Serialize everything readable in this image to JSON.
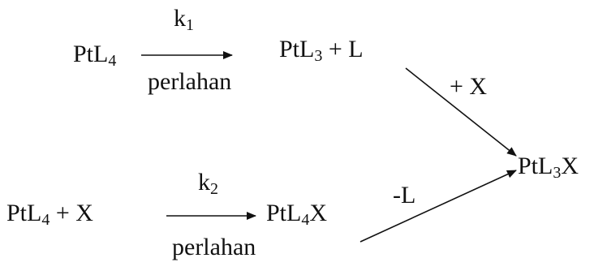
{
  "reaction1": {
    "reactant": {
      "base": "PtL",
      "sub": "4"
    },
    "rate": {
      "base": "k",
      "sub": "1"
    },
    "condition": "perlahan",
    "intermediate": {
      "base": "PtL",
      "sub": "3",
      "tail": " + L"
    },
    "reagent": "+ X"
  },
  "reaction2": {
    "reactant": {
      "base": "PtL",
      "sub": "4",
      "tail": " + X"
    },
    "rate": {
      "base": "k",
      "sub": "2"
    },
    "condition": "perlahan",
    "intermediate": {
      "base": "PtL",
      "sub": "4",
      "tail": "X"
    },
    "reagent": "-L"
  },
  "product": {
    "base": "PtL",
    "sub": "3",
    "tail": "X"
  },
  "colors": {
    "ink": "#111111",
    "background": "#ffffff"
  }
}
